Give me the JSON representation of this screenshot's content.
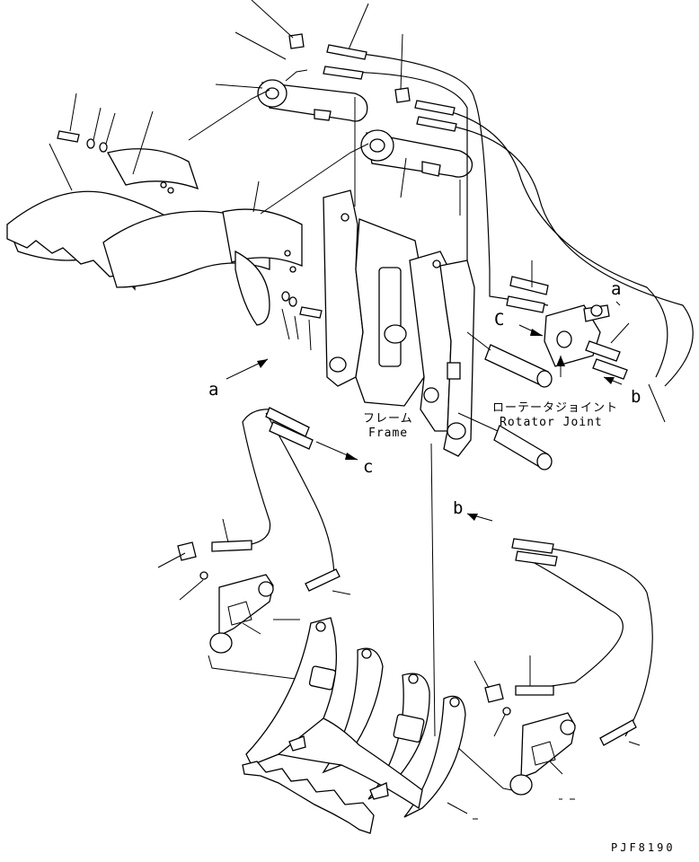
{
  "drawing": {
    "code": "PJF8190",
    "callouts": {
      "a_left": "a",
      "a_right": "a",
      "b_right": "b",
      "b_lower": "b",
      "c_right": "C",
      "c_lower": "c"
    },
    "frame_label_jp": "フレーム",
    "frame_label_en": "Frame",
    "rotator_label_jp": "ローテータジョイント",
    "rotator_label_en": "Rotator Joint"
  }
}
